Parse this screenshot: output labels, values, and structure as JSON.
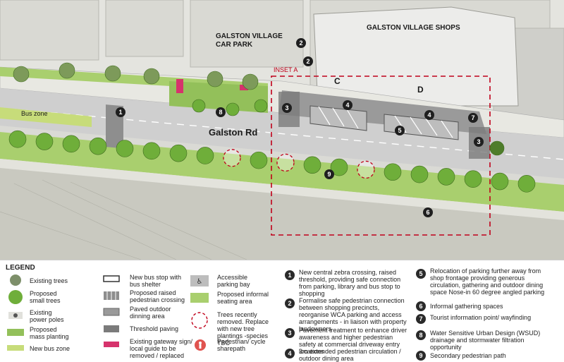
{
  "map": {
    "labels": {
      "car_park": "GALSTON VILLAGE\nCAR PARK",
      "shops": "GALSTON VILLAGE SHOPS",
      "inset": "INSET A",
      "road": "Galston Rd",
      "bus_zone": "Bus zone",
      "letter_c": "C",
      "letter_d": "D"
    },
    "markers": [
      "1",
      "2",
      "2",
      "3",
      "3",
      "4",
      "4",
      "5",
      "6",
      "7",
      "8",
      "9"
    ],
    "colors": {
      "road": "#cfcfcf",
      "verge": "#a9cf6e",
      "tree": "#6fae3a",
      "paving": "#8a8a8a",
      "inset": "#c0001a",
      "pedestrian": "#e0534f"
    }
  },
  "legend": {
    "title": "LEGEND",
    "items": [
      {
        "label": "Existing trees",
        "icon": "existing-tree-icon"
      },
      {
        "label": "Proposed small trees",
        "icon": "proposed-tree-icon"
      },
      {
        "label": "Existing power poles",
        "icon": "power-pole-icon"
      },
      {
        "label": "Proposed mass planting",
        "icon": "mass-planting-icon"
      },
      {
        "label": "New bus zone",
        "icon": "bus-zone-icon"
      },
      {
        "label": "New bus stop with bus shelter",
        "icon": "bus-shelter-icon"
      },
      {
        "label": "Proposed raised pedestrian crossing",
        "icon": "raised-crossing-icon"
      },
      {
        "label": "Paved outdoor dinning area",
        "icon": "paved-area-icon"
      },
      {
        "label": "Threshold paving",
        "icon": "threshold-paving-icon"
      },
      {
        "label": "Existing gateway sign/ local guide to be removed / replaced",
        "icon": "gateway-sign-icon"
      },
      {
        "label": "Accessible parking bay",
        "icon": "accessible-parking-icon"
      },
      {
        "label": "Proposed informal seating area",
        "icon": "seating-area-icon"
      },
      {
        "label": "Trees recently removed. Replace with new tree plantings -species TBC",
        "icon": "removed-tree-icon"
      },
      {
        "label": "Pedestrian/ cycle sharepath",
        "icon": "sharepath-icon"
      }
    ],
    "notes": [
      {
        "num": "1",
        "text": "New central zebra crossing, raised threshold, providing safe connection from parking, library and bus stop to shopping"
      },
      {
        "num": "2",
        "text": "Formalise safe pedestrian connection between shopping precincts, reorganise WCA parking and access arrangements - in liaison with property landowners"
      },
      {
        "num": "3",
        "text": "Pavement treatment to enhance driver awareness and higher pedestrian safety at commercial driveway entry locations"
      },
      {
        "num": "4",
        "text": "3m extended pedestrian circulation / outdoor dining area"
      },
      {
        "num": "5",
        "text": "Relocation of parking further away from shop frontage providing generous circulation, gathering and outdoor dining space Nose-in 60 degree angled parking"
      },
      {
        "num": "6",
        "text": "Informal gathering spaces"
      },
      {
        "num": "7",
        "text": "Tourist information point/ wayfinding"
      },
      {
        "num": "8",
        "text": "Water Sensitive Urban Design (WSUD) drainage and stormwater filtration opportunity"
      },
      {
        "num": "9",
        "text": "Secondary pedestrian path"
      }
    ]
  }
}
